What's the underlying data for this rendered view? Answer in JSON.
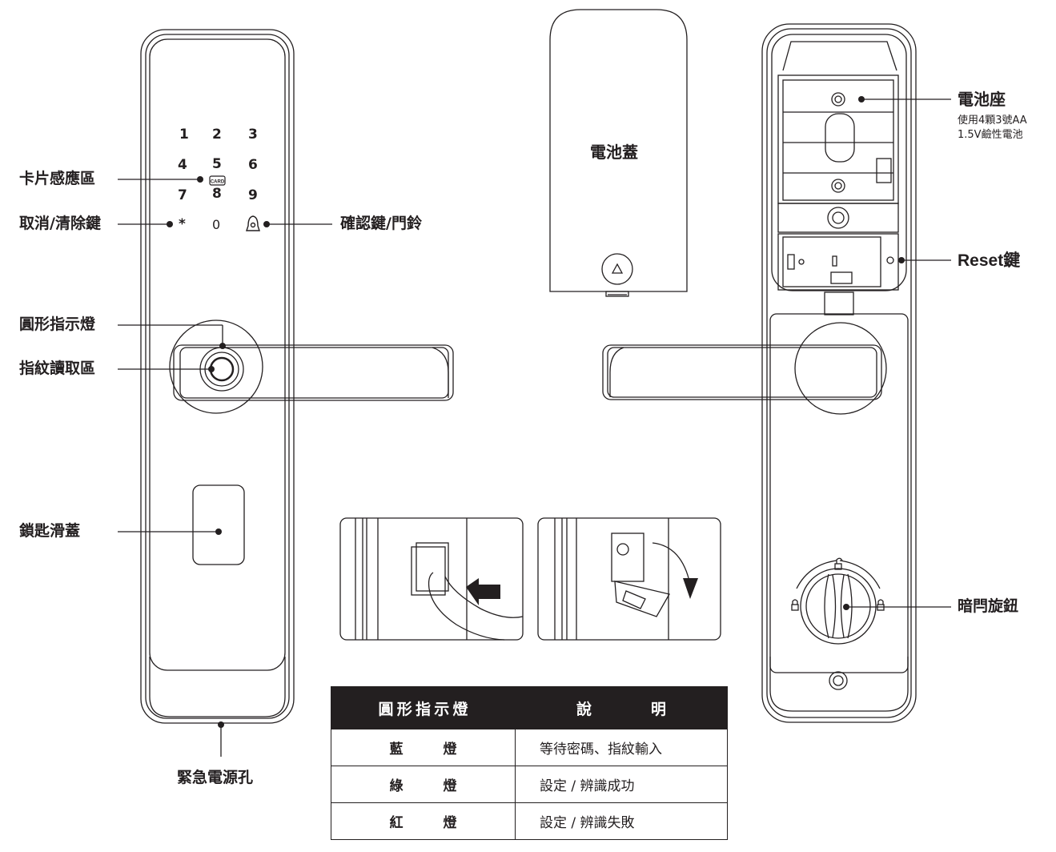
{
  "keypad": {
    "rows": [
      [
        "1",
        "2",
        "3"
      ],
      [
        "4",
        "5",
        "6"
      ],
      [
        "7",
        "8",
        "9"
      ],
      [
        "*",
        "0",
        "bell-icon"
      ]
    ],
    "card_badge": "CARD"
  },
  "labels": {
    "card_zone": "卡片感應區",
    "cancel_clear": "取消/清除鍵",
    "confirm_doorbell": "確認鍵/門鈴",
    "ring_indicator": "圓形指示燈",
    "fingerprint_reader": "指紋讀取區",
    "key_cover": "鎖匙滑蓋",
    "emergency_power": "緊急電源孔",
    "battery_cover": "電池蓋",
    "battery_holder": "電池座",
    "battery_note_line1": "使用4顆3號AA",
    "battery_note_line2": "1.5V鹼性電池",
    "reset_key": "Reset鍵",
    "deadbolt_knob": "暗閂旋鈕"
  },
  "legend_table": {
    "header": [
      "圓形指示燈",
      "說明"
    ],
    "rows": [
      {
        "light": "藍燈",
        "desc": "等待密碼、指紋輸入"
      },
      {
        "light": "綠燈",
        "desc": "設定 / 辨識成功"
      },
      {
        "light": "紅燈",
        "desc": "設定 / 辨識失敗"
      }
    ]
  },
  "colors": {
    "line": "#231f20",
    "table_header_bg": "#231f20",
    "background": "#ffffff"
  }
}
